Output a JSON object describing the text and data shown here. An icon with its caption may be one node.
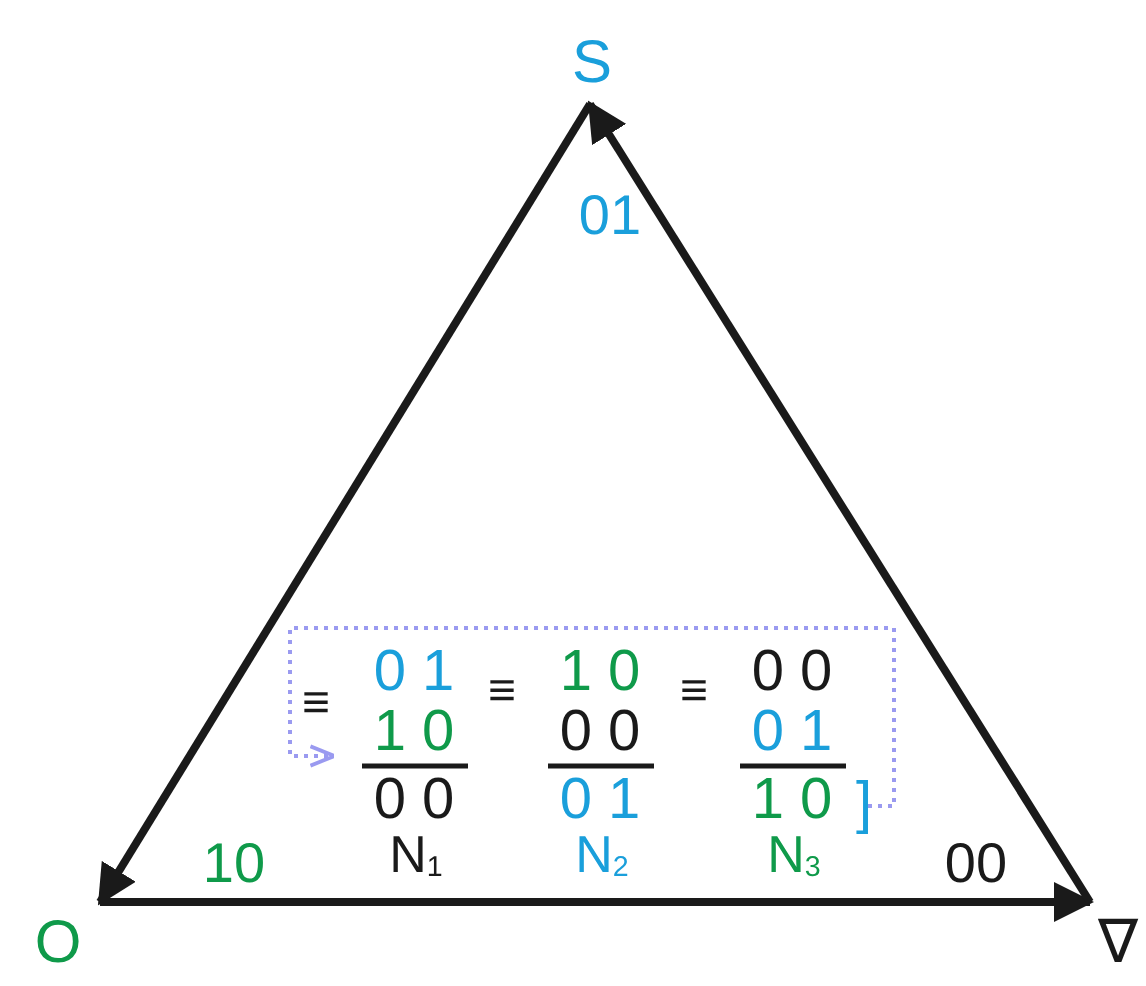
{
  "diagram": {
    "nodes": [
      {
        "text": [
          "S"
        ]
      },
      {
        "text": [
          "O"
        ]
      },
      {
        "text": [
          "∇"
        ]
      }
    ],
    "edges": [
      {
        "from": 0,
        "to": 1,
        "arrow": "to"
      },
      {
        "from": 1,
        "to": 2,
        "arrow": "to"
      },
      {
        "from": 2,
        "to": 0,
        "arrow": "to"
      }
    ],
    "labels": [
      "01",
      "10",
      "00",
      "≡",
      "0 1",
      "1 0",
      "0 0",
      "N$_{1}$",
      "≡",
      "1 0",
      "0 0",
      "0 1",
      "N$_{2}$",
      "≡",
      "0 0",
      "0 1",
      "1 0",
      "]",
      "N$_{3}$"
    ]
  }
}
